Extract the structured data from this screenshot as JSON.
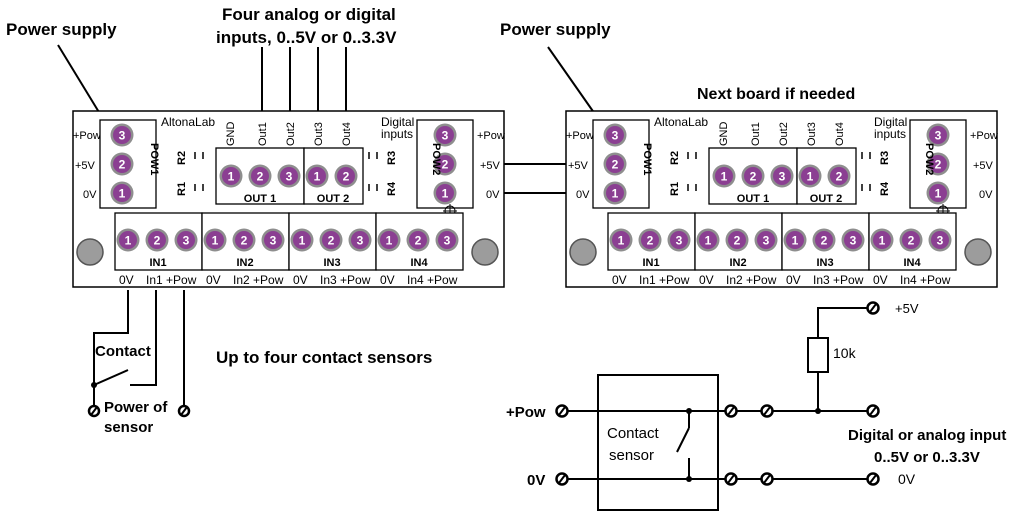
{
  "annotations": {
    "power_supply_left": "Power supply",
    "power_supply_right": "Power supply",
    "four_inputs_line1": "Four analog or digital",
    "four_inputs_line2": "inputs, 0..5V or 0..3.3V",
    "next_board": "Next board if needed",
    "up_to_four": "Up to four contact sensors",
    "contact": "Contact",
    "power_of_sensor_line1": "Power of",
    "power_of_sensor_line2": "sensor",
    "digital_analog_line1": "Digital or analog input",
    "digital_analog_line2": "0..5V or 0..3.3V"
  },
  "board": {
    "brand": "AltonaLab",
    "pow_label": "+Pow",
    "v5_label": "+5V",
    "v0_label": "0V",
    "pow1": "POW1",
    "pow2": "POW2",
    "r1": "R1",
    "r2": "R2",
    "r3": "R3",
    "r4": "R4",
    "gnd": "GND",
    "out1": "Out1",
    "out2": "Out2",
    "out3": "Out3",
    "out4": "Out4",
    "digital_line1": "Digital",
    "digital_line2": "inputs",
    "out_group1": "OUT 1",
    "out_group2": "OUT 2",
    "in1": "IN1",
    "in2": "IN2",
    "in3": "IN3",
    "in4": "IN4",
    "in_bottom": [
      "0V",
      "In1 +Pow",
      "0V",
      "In2 +Pow",
      "0V",
      "In3 +Pow",
      "0V",
      "In4 +Pow"
    ],
    "pins": [
      "1",
      "2",
      "3"
    ]
  },
  "circuit": {
    "v5": "+5V",
    "resistor": "10k",
    "pow_in": "+Pow",
    "v0_in": "0V",
    "v0_out": "0V",
    "sensor_line1": "Contact",
    "sensor_line2": "sensor"
  },
  "colors": {
    "pcb": "#ffffff",
    "pin": "#8b3f92",
    "pin_ring": "#7a7a7a",
    "hole": "#9a9a9a"
  }
}
